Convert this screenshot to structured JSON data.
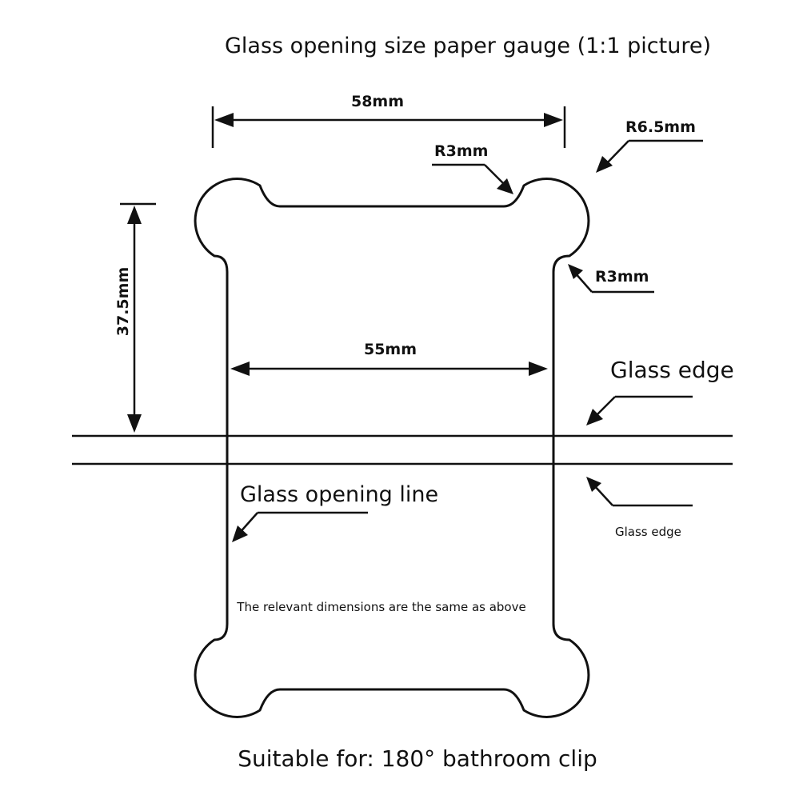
{
  "title": "Glass opening size paper gauge (1:1 picture)",
  "footer": "Suitable for: 180° bathroom clip",
  "dimensions": {
    "top_width": "58mm",
    "inner_width": "55mm",
    "height": "37.5mm",
    "radius_outer": "R6.5mm",
    "radius_top_notch": "R3mm",
    "radius_side_notch": "R3mm"
  },
  "labels": {
    "glass_edge_upper": "Glass edge",
    "glass_edge_lower": "Glass edge",
    "glass_opening_line": "Glass opening line",
    "note": "The relevant dimensions are the same as above"
  }
}
